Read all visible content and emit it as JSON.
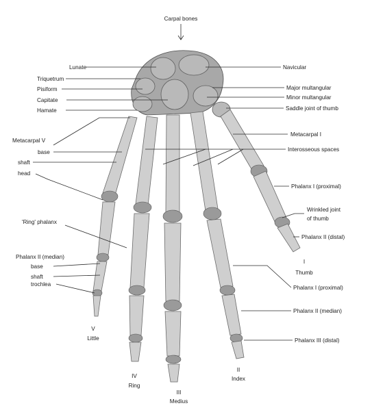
{
  "title": "Carpal bones",
  "labels_left": {
    "lunate": "Lunate",
    "triquetrum": "Triquetrum",
    "pisiform": "Pisiform",
    "capitate": "Capitate",
    "hamate": "Hamate",
    "metacarpal_v": "Metacarpal V",
    "base": "base",
    "shaft": "shaft",
    "head": "head",
    "ring_phalanx": "'Ring' phalanx",
    "phalanx_ii_median": "Phalanx II (median)",
    "base2": "base",
    "shaft2": "shaft",
    "trochlea": "trochlea"
  },
  "labels_right": {
    "navicular": "Navicular",
    "major_multangular": "Major multangular",
    "minor_multangular": "Minor multangular",
    "saddle_joint": "Saddle joint of thumb",
    "metacarpal_i": "Metacarpal I",
    "interosseous": "Interosseous spaces",
    "phalanx_i_proximal_thumb": "Phalanx I (proximal)",
    "wrinkled_joint_1": "Wrinkled joint",
    "wrinkled_joint_2": "of thumb",
    "phalanx_ii_distal": "Phalanx II (distal)",
    "phalanx_i_proximal": "Phalanx I (proximal)",
    "phalanx_ii_median": "Phalanx II (median)",
    "phalanx_iii_distal": "Phalanx III (distal)"
  },
  "digits": {
    "thumb_num": "I",
    "thumb_name": "Thumb",
    "index_num": "II",
    "index_name": "Index",
    "medius_num": "III",
    "medius_name": "Medius",
    "ring_num": "IV",
    "ring_name": "Ring",
    "little_num": "V",
    "little_name": "Little"
  }
}
